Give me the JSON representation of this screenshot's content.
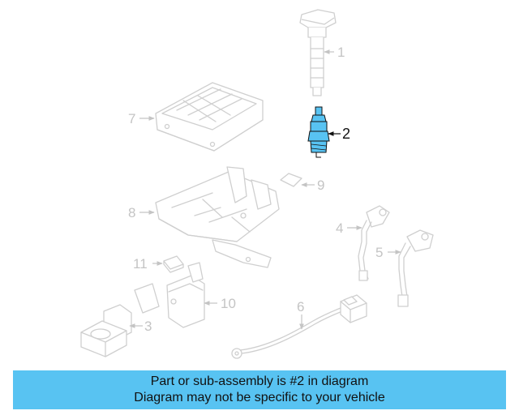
{
  "callouts": {
    "c1": "1",
    "c2": "2",
    "c3": "3",
    "c4": "4",
    "c5": "5",
    "c6": "6",
    "c7": "7",
    "c8": "8",
    "c9": "9",
    "c10": "10",
    "c11": "11"
  },
  "highlighted_callout": "2",
  "colors": {
    "highlight": "#58c3f2",
    "banner": "#58c3f2",
    "faded": "#cfcfcf",
    "text": "#111111"
  },
  "banner": {
    "line1": "Part or sub-assembly is #2 in diagram",
    "line2": "Diagram may not be specific to your vehicle"
  }
}
